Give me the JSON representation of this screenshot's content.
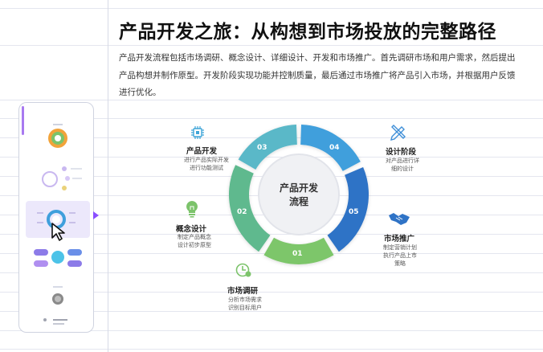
{
  "title": "产品开发之旅：从构想到市场投放的完整路径",
  "description": "产品开发流程包括市场调研、概念设计、详细设计、开发和市场推广。首先调研市场和用户需求，然后提出产品构想并制作原型。开发阶段实现功能并控制质量，最后通过市场推广将产品引入市场，并根据用户反馈进行优化。",
  "center": {
    "line1": "产品开发",
    "line2": "流程"
  },
  "segments": [
    {
      "num": "01",
      "title": "市场调研",
      "desc1": "分析市场需求",
      "desc2": "识别目标用户",
      "color": "#7dc66a",
      "icon": "clock-dollar-icon"
    },
    {
      "num": "02",
      "title": "概念设计",
      "desc1": "制定产品概念",
      "desc2": "设计初步原型",
      "color": "#5fb98e",
      "icon": "lightbulb-icon"
    },
    {
      "num": "03",
      "title": "产品开发",
      "desc1": "进行产品实际开发",
      "desc2": "进行功能测试",
      "color": "#5ab8c8",
      "icon": "chip-icon"
    },
    {
      "num": "04",
      "title": "设计阶段",
      "desc1": "对产品进行详",
      "desc2": "细的设计",
      "color": "#3f9fdc",
      "icon": "pencil-ruler-icon"
    },
    {
      "num": "05",
      "title": "市场推广",
      "desc1": "制定营销计划",
      "desc2": "执行产品上市",
      "desc3": "策略",
      "color": "#2f73c6",
      "icon": "handshake-icon"
    }
  ],
  "thumbnails": [
    {
      "name": "thumb-1",
      "selected": false
    },
    {
      "name": "thumb-2",
      "selected": false
    },
    {
      "name": "thumb-3",
      "selected": true
    },
    {
      "name": "thumb-4",
      "selected": false
    },
    {
      "name": "thumb-5",
      "selected": false
    },
    {
      "name": "thumb-6",
      "selected": false
    }
  ],
  "colors": {
    "accent": "#8a4fff"
  }
}
